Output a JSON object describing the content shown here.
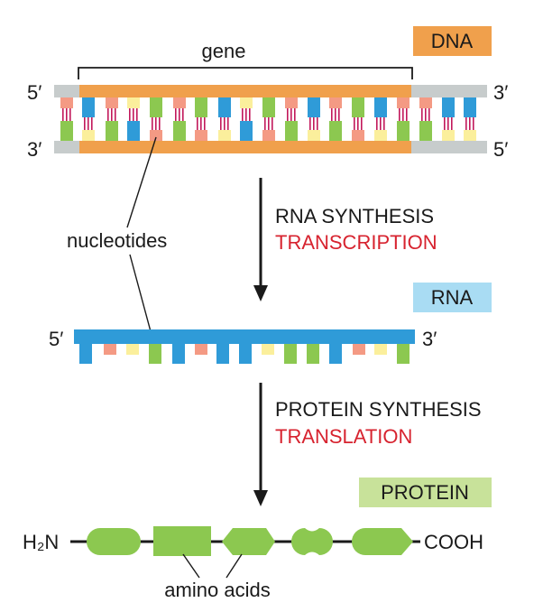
{
  "dna": {
    "gene_label": "gene",
    "tag": "DNA",
    "top_left": "5′",
    "top_right": "3′",
    "bottom_left": "3′",
    "bottom_right": "5′",
    "strand_color": "#f0a04c",
    "flank_color": "#c7cccc"
  },
  "nucleotide_label": "nucleotides",
  "step1": {
    "line1": "RNA SYNTHESIS",
    "line2": "TRANSCRIPTION"
  },
  "rna": {
    "tag": "RNA",
    "left": "5′",
    "right": "3′",
    "color": "#2f9bd8"
  },
  "step2": {
    "line1": "PROTEIN SYNTHESIS",
    "line2": "TRANSLATION"
  },
  "protein": {
    "tag": "PROTEIN",
    "n_terminus": "H₂N",
    "c_terminus": "COOH",
    "amino_label": "amino acids",
    "color": "#8cc850"
  },
  "base_colors": {
    "pink": "#f49a84",
    "yellow": "#fbef9c",
    "blue": "#2f9bd8",
    "green": "#8cc850"
  },
  "tag_colors": {
    "dna": "#f0a04c",
    "rna": "#a9dcf3",
    "protein": "#c8e29a"
  },
  "accent_red": "#d7232f"
}
